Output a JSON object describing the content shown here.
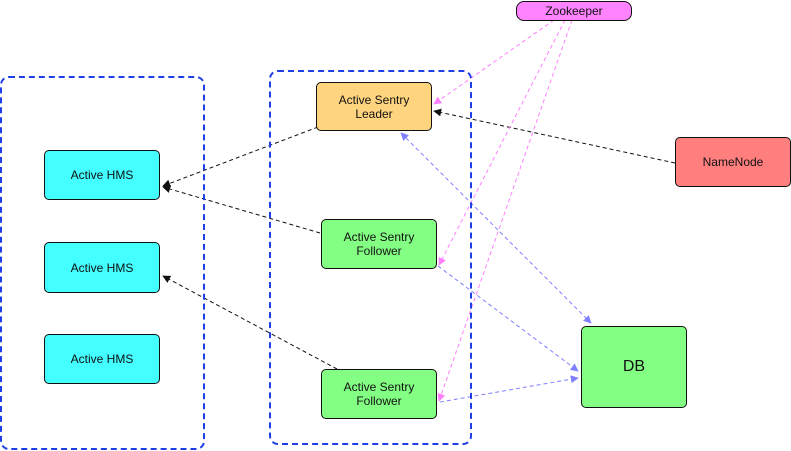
{
  "nodes": {
    "zookeeper": "Zookeeper",
    "sentry_leader": "Active Sentry Leader",
    "sentry_follower_1": "Active Sentry Follower",
    "sentry_follower_2": "Active Sentry Follower",
    "namenode": "NameNode",
    "hms_1": "Active HMS",
    "hms_2": "Active HMS",
    "hms_3": "Active HMS",
    "db": "DB"
  },
  "colors": {
    "group_border": "#1f3fe6",
    "hms": "#44ffff",
    "leader": "#ffd47f",
    "follower": "#83ff83",
    "namenode": "#ff7f7f",
    "zookeeper": "#ff83ff",
    "db": "#83ff83",
    "edge_black": "#111111",
    "edge_blue": "#7f7fff",
    "edge_pink": "#ff7fff"
  },
  "edges": [
    {
      "from": "sentry_leader",
      "to": "hms_1",
      "style": "black-dashed"
    },
    {
      "from": "sentry_follower_1",
      "to": "hms_1",
      "style": "black-dashed"
    },
    {
      "from": "sentry_follower_2",
      "to": "hms_2",
      "style": "black-dashed"
    },
    {
      "from": "namenode",
      "to": "sentry_leader",
      "style": "black-dashed"
    },
    {
      "from": "zookeeper",
      "to": "sentry_leader",
      "style": "pink-dashed"
    },
    {
      "from": "zookeeper",
      "to": "sentry_follower_1",
      "style": "pink-dashed"
    },
    {
      "from": "zookeeper",
      "to": "sentry_follower_2",
      "style": "pink-dashed"
    },
    {
      "from": "sentry_leader",
      "to": "db",
      "style": "blue-dashed-bidirectional"
    },
    {
      "from": "sentry_follower_1",
      "to": "db",
      "style": "blue-dashed"
    },
    {
      "from": "sentry_follower_2",
      "to": "db",
      "style": "blue-dashed"
    }
  ]
}
